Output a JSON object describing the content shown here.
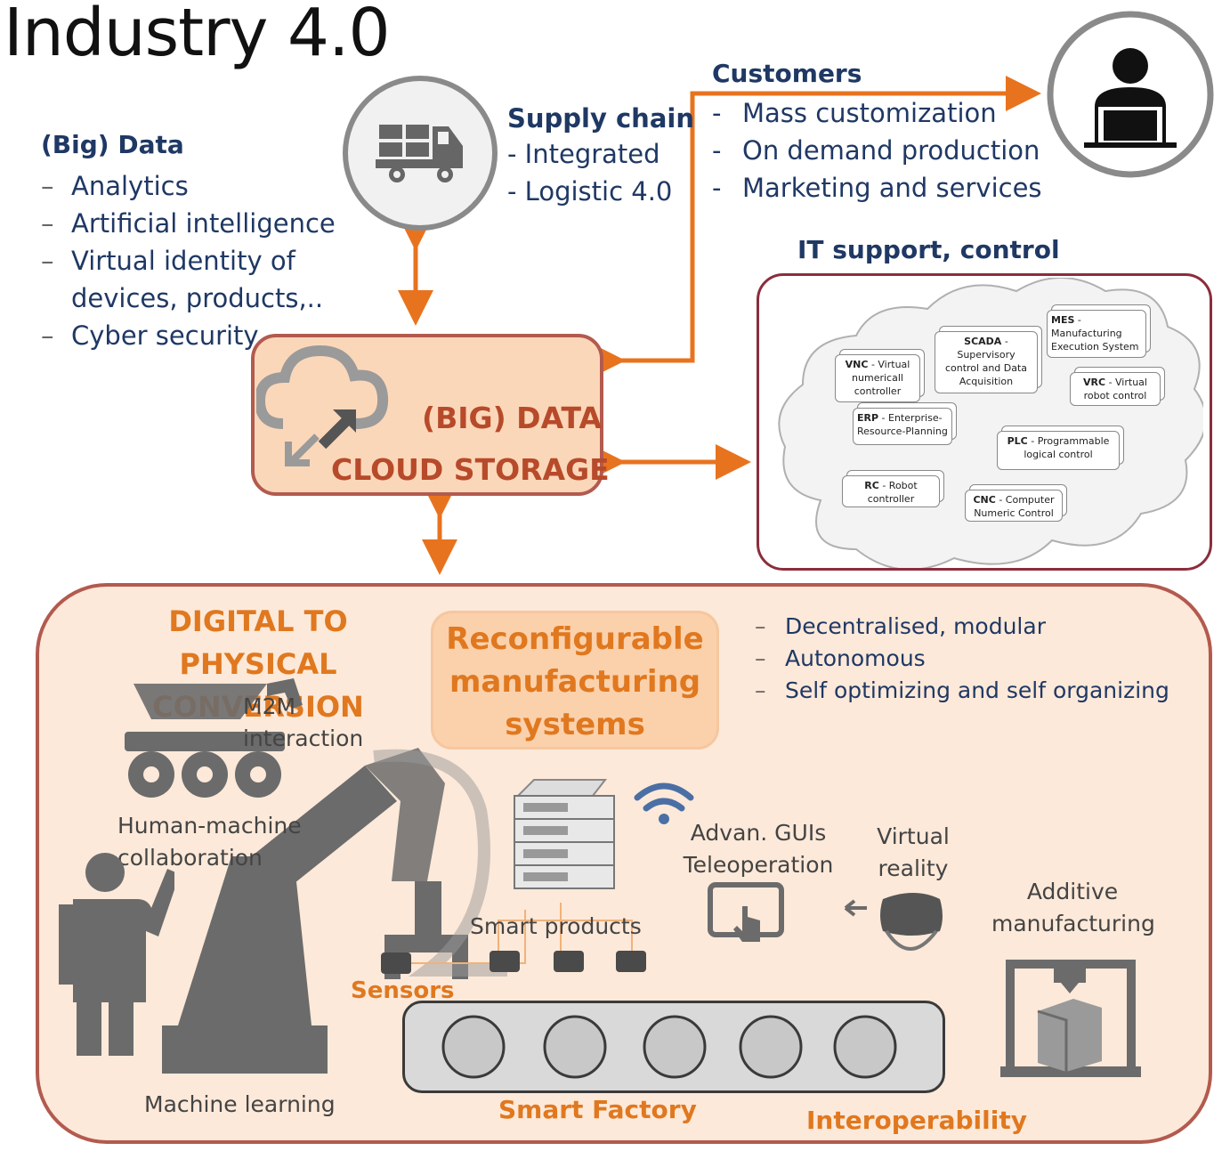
{
  "title": "Industry 4.0",
  "big_data": {
    "heading": "(Big) Data",
    "items": [
      "Analytics",
      "Artificial  intelligence",
      "Virtual identity of",
      "devices, products,..",
      "Cyber security"
    ]
  },
  "supply_chain": {
    "heading": "Supply chain",
    "items": [
      "- Integrated",
      "- Logistic 4.0"
    ]
  },
  "customers": {
    "heading": "Customers",
    "items": [
      "Mass customization",
      "On demand production",
      "Marketing and services"
    ]
  },
  "it_support": {
    "heading": "IT support, control",
    "tags": {
      "vnc_abbr": "VNC",
      "vnc_text": "- Virtual numericall controller",
      "scada_abbr": "SCADA",
      "scada_text": "- Supervisory control and Data Acquisition",
      "mes_abbr": "MES",
      "mes_text": "- Manufacturing Execution System",
      "vrc_abbr": "VRC",
      "vrc_text": "- Virtual robot control",
      "erp_abbr": "ERP",
      "erp_text": "- Enterprise- Resource-Planning",
      "plc_abbr": "PLC",
      "plc_text": "- Programmable logical control",
      "rc_abbr": "RC",
      "rc_text": "- Robot controller",
      "cnc_abbr": "CNC",
      "cnc_text": "- Computer Numeric Control"
    }
  },
  "cloud": {
    "line1": "(BIG) DATA",
    "line2": "CLOUD STORAGE"
  },
  "physical": {
    "heading_line1": "DIGITAL TO PHYSICAL",
    "heading_line2": "CONVERSION",
    "rms_line1": "Reconfigurable",
    "rms_line2": "manufacturing",
    "rms_line3": "systems",
    "features": [
      "Decentralised, modular",
      "Autonomous",
      "Self optimizing and self organizing"
    ],
    "m2m_line1": "M2M",
    "m2m_line2": "interaction",
    "hmc_line1": "Human-machine",
    "hmc_line2": "collaboration",
    "advan_line1": "Advan. GUIs",
    "advan_line2": "Teleoperation",
    "vr_line1": "Virtual",
    "vr_line2": "reality",
    "additive_line1": "Additive",
    "additive_line2": "manufacturing",
    "smart_products": "Smart products",
    "sensors": "Sensors",
    "machine_learning": "Machine learning",
    "smart_factory": "Smart Factory",
    "interoperability": "Interoperability"
  },
  "colors": {
    "arrow": "#e8731f",
    "accent_text": "#e0781f",
    "navy": "#1f3864",
    "icon_gray": "#6b6b6b"
  }
}
